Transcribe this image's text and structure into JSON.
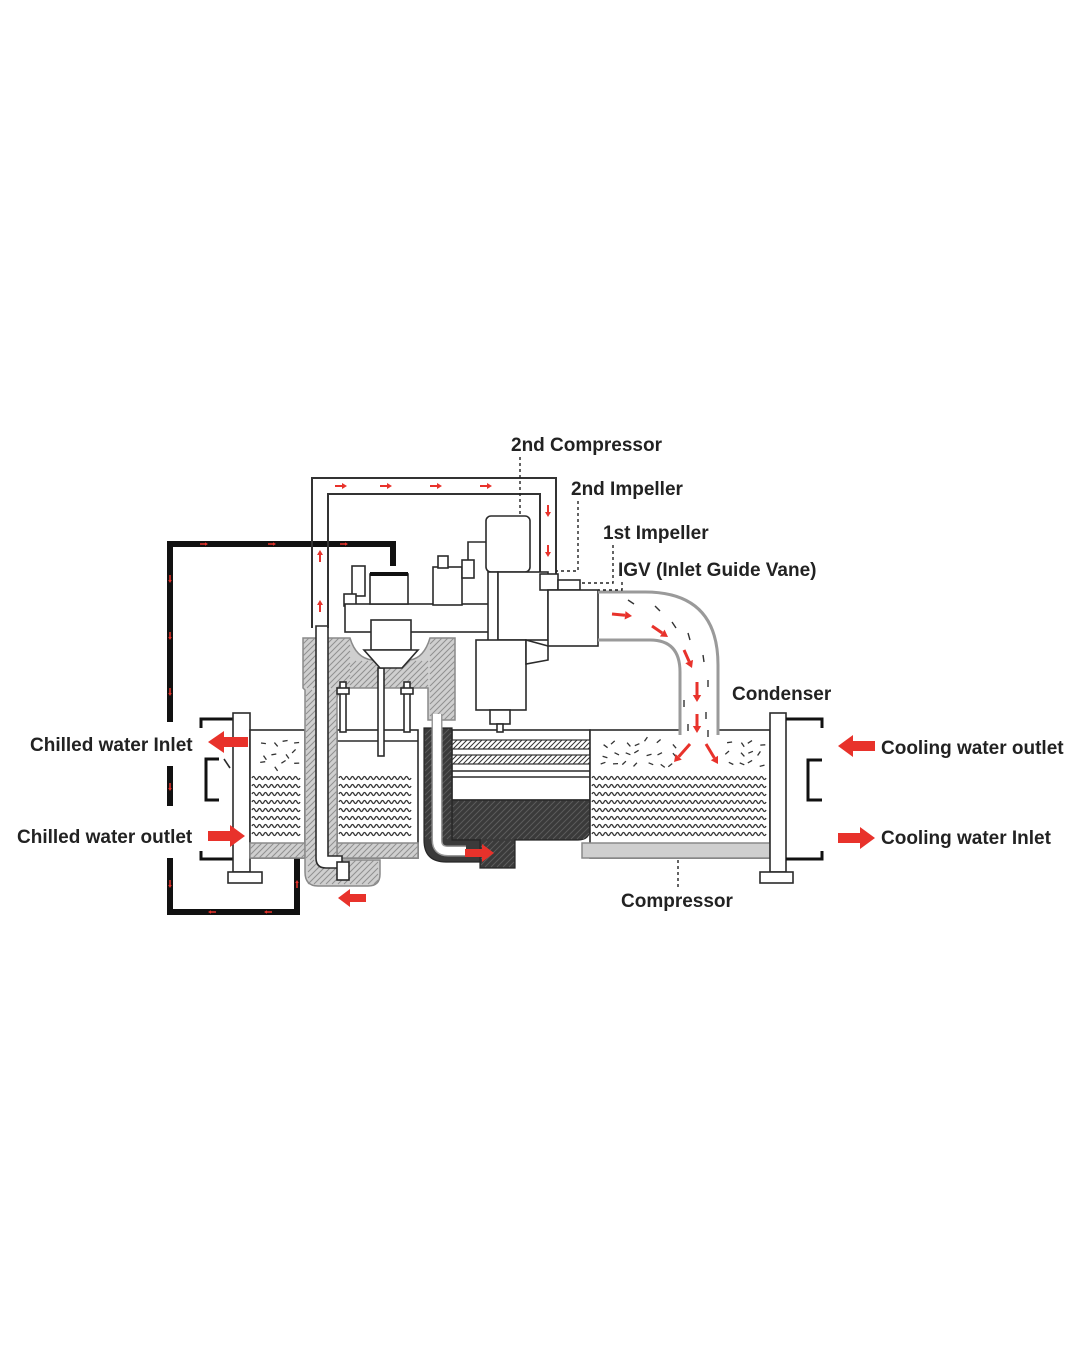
{
  "labels": {
    "second_compressor": "2nd Compressor",
    "second_impeller": "2nd Impeller",
    "first_impeller": "1st Impeller",
    "igv": "IGV (Inlet Guide Vane)",
    "condenser": "Condenser",
    "chilled_water_inlet": "Chilled water Inlet",
    "chilled_water_outlet": "Chilled water outlet",
    "cooling_water_outlet": "Cooling water outlet",
    "cooling_water_inlet": "Cooling water Inlet",
    "compressor": "Compressor"
  },
  "colors": {
    "flow_arrow": "#e8322b",
    "hatch_fill": "#cfcfcf",
    "dark_fill": "#3a3a3a",
    "outline": "#2b2b2b",
    "text": "#222222"
  }
}
